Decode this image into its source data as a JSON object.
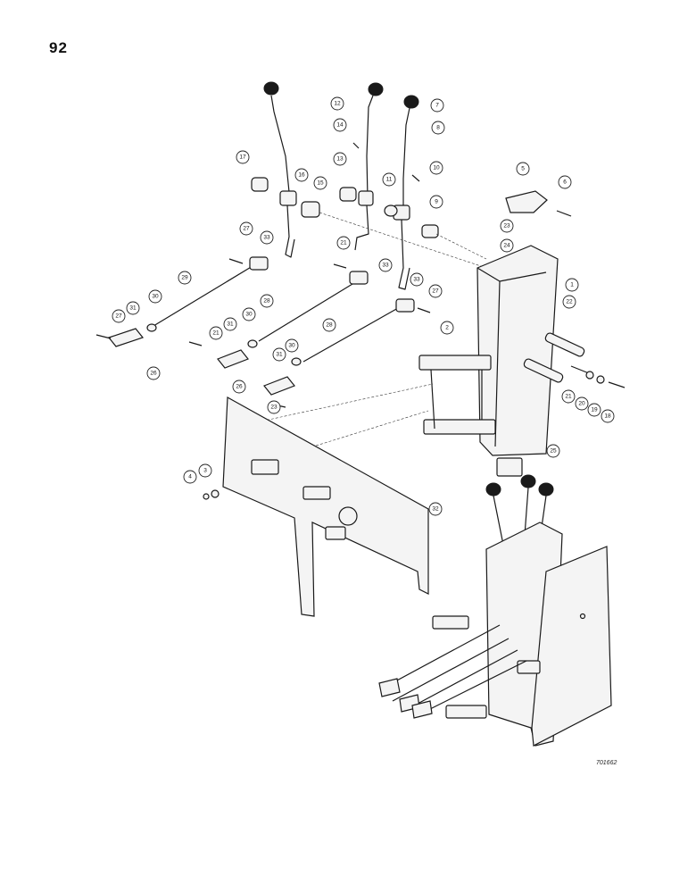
{
  "page": {
    "number": "92",
    "drawing_ref": "701662"
  },
  "callouts": [
    {
      "id": "c1",
      "label": "1"
    },
    {
      "id": "c2",
      "label": "2"
    },
    {
      "id": "c3",
      "label": "3"
    },
    {
      "id": "c4",
      "label": "4"
    },
    {
      "id": "c5",
      "label": "5"
    },
    {
      "id": "c6",
      "label": "6"
    },
    {
      "id": "c7",
      "label": "7"
    },
    {
      "id": "c8",
      "label": "8"
    },
    {
      "id": "c9",
      "label": "9"
    },
    {
      "id": "c10",
      "label": "10"
    },
    {
      "id": "c11",
      "label": "11"
    },
    {
      "id": "c12",
      "label": "12"
    },
    {
      "id": "c13",
      "label": "13"
    },
    {
      "id": "c14",
      "label": "14"
    },
    {
      "id": "c15",
      "label": "15"
    },
    {
      "id": "c16",
      "label": "16"
    },
    {
      "id": "c17",
      "label": "17"
    },
    {
      "id": "c18",
      "label": "18"
    },
    {
      "id": "c19",
      "label": "19"
    },
    {
      "id": "c20",
      "label": "20"
    },
    {
      "id": "c21a",
      "label": "21"
    },
    {
      "id": "c21b",
      "label": "21"
    },
    {
      "id": "c21c",
      "label": "21"
    },
    {
      "id": "c22",
      "label": "22"
    },
    {
      "id": "c23a",
      "label": "23"
    },
    {
      "id": "c23b",
      "label": "23"
    },
    {
      "id": "c24",
      "label": "24"
    },
    {
      "id": "c25",
      "label": "25"
    },
    {
      "id": "c26a",
      "label": "26"
    },
    {
      "id": "c26b",
      "label": "26"
    },
    {
      "id": "c27a",
      "label": "27"
    },
    {
      "id": "c27b",
      "label": "27"
    },
    {
      "id": "c27c",
      "label": "27"
    },
    {
      "id": "c27d",
      "label": "27"
    },
    {
      "id": "c27e",
      "label": "27"
    },
    {
      "id": "c28a",
      "label": "28"
    },
    {
      "id": "c28b",
      "label": "28"
    },
    {
      "id": "c29",
      "label": "29"
    },
    {
      "id": "c30a",
      "label": "30"
    },
    {
      "id": "c30b",
      "label": "30"
    },
    {
      "id": "c30c",
      "label": "30"
    },
    {
      "id": "c31a",
      "label": "31"
    },
    {
      "id": "c31b",
      "label": "31"
    },
    {
      "id": "c31c",
      "label": "31"
    },
    {
      "id": "c32",
      "label": "32"
    },
    {
      "id": "c33a",
      "label": "33"
    },
    {
      "id": "c33b",
      "label": "33"
    },
    {
      "id": "c33c",
      "label": "33"
    }
  ]
}
